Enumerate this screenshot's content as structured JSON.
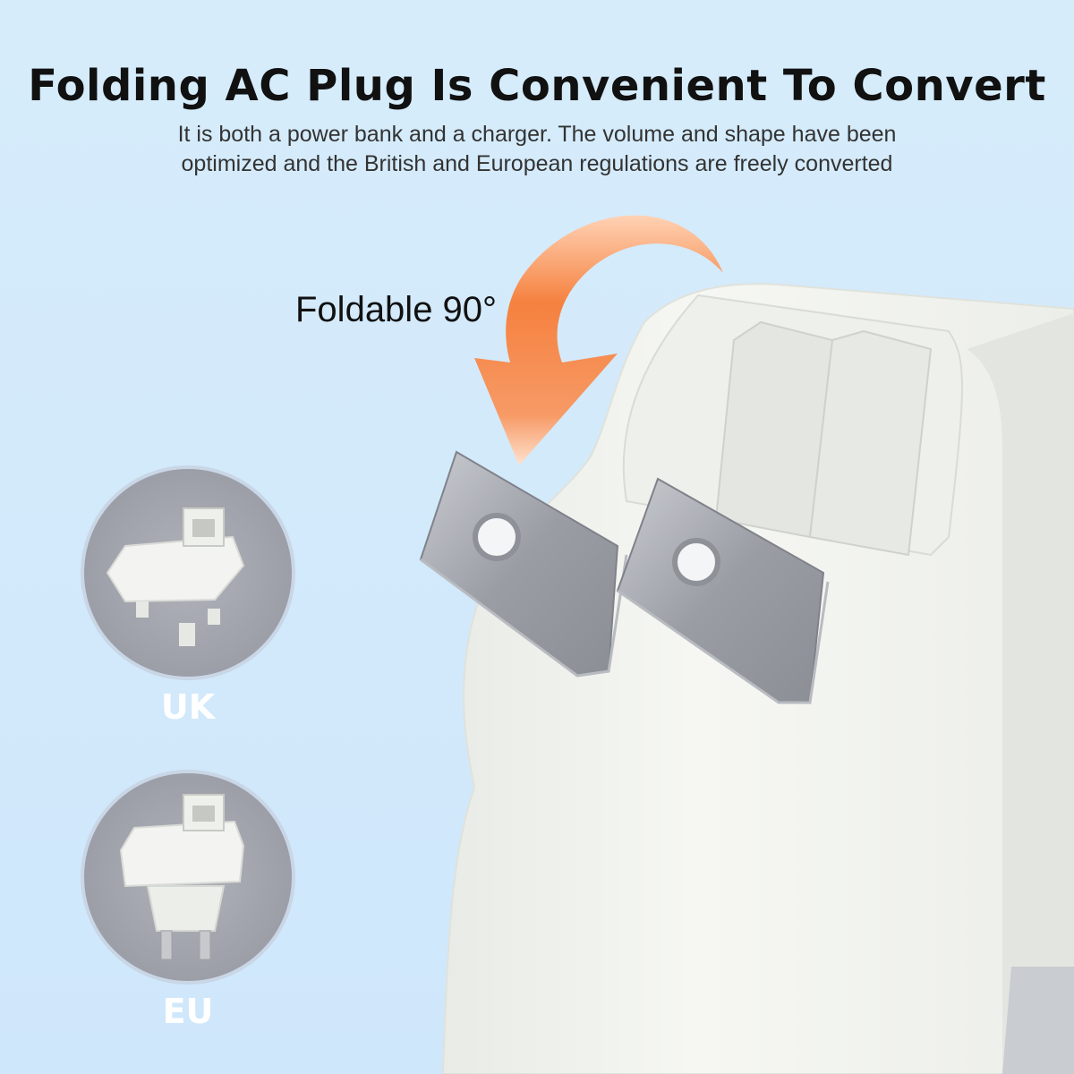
{
  "header": {
    "title": "Folding AC Plug Is Convenient To Convert",
    "subtitle_line1": "It is both a power bank and a charger. The volume and shape have been",
    "subtitle_line2": "optimized and the British and European regulations are freely converted"
  },
  "callout": {
    "fold_label": "Foldable 90°"
  },
  "adapters": {
    "uk": {
      "label": "UK",
      "icon": "uk-plug-icon"
    },
    "eu": {
      "label": "EU",
      "icon": "eu-plug-icon"
    }
  },
  "colors": {
    "background": "#d4ebfb",
    "arrow": "#f5894a",
    "circle": "#a7a9b3",
    "device": "#f4f5f1",
    "prong": "#9c9fa6"
  }
}
